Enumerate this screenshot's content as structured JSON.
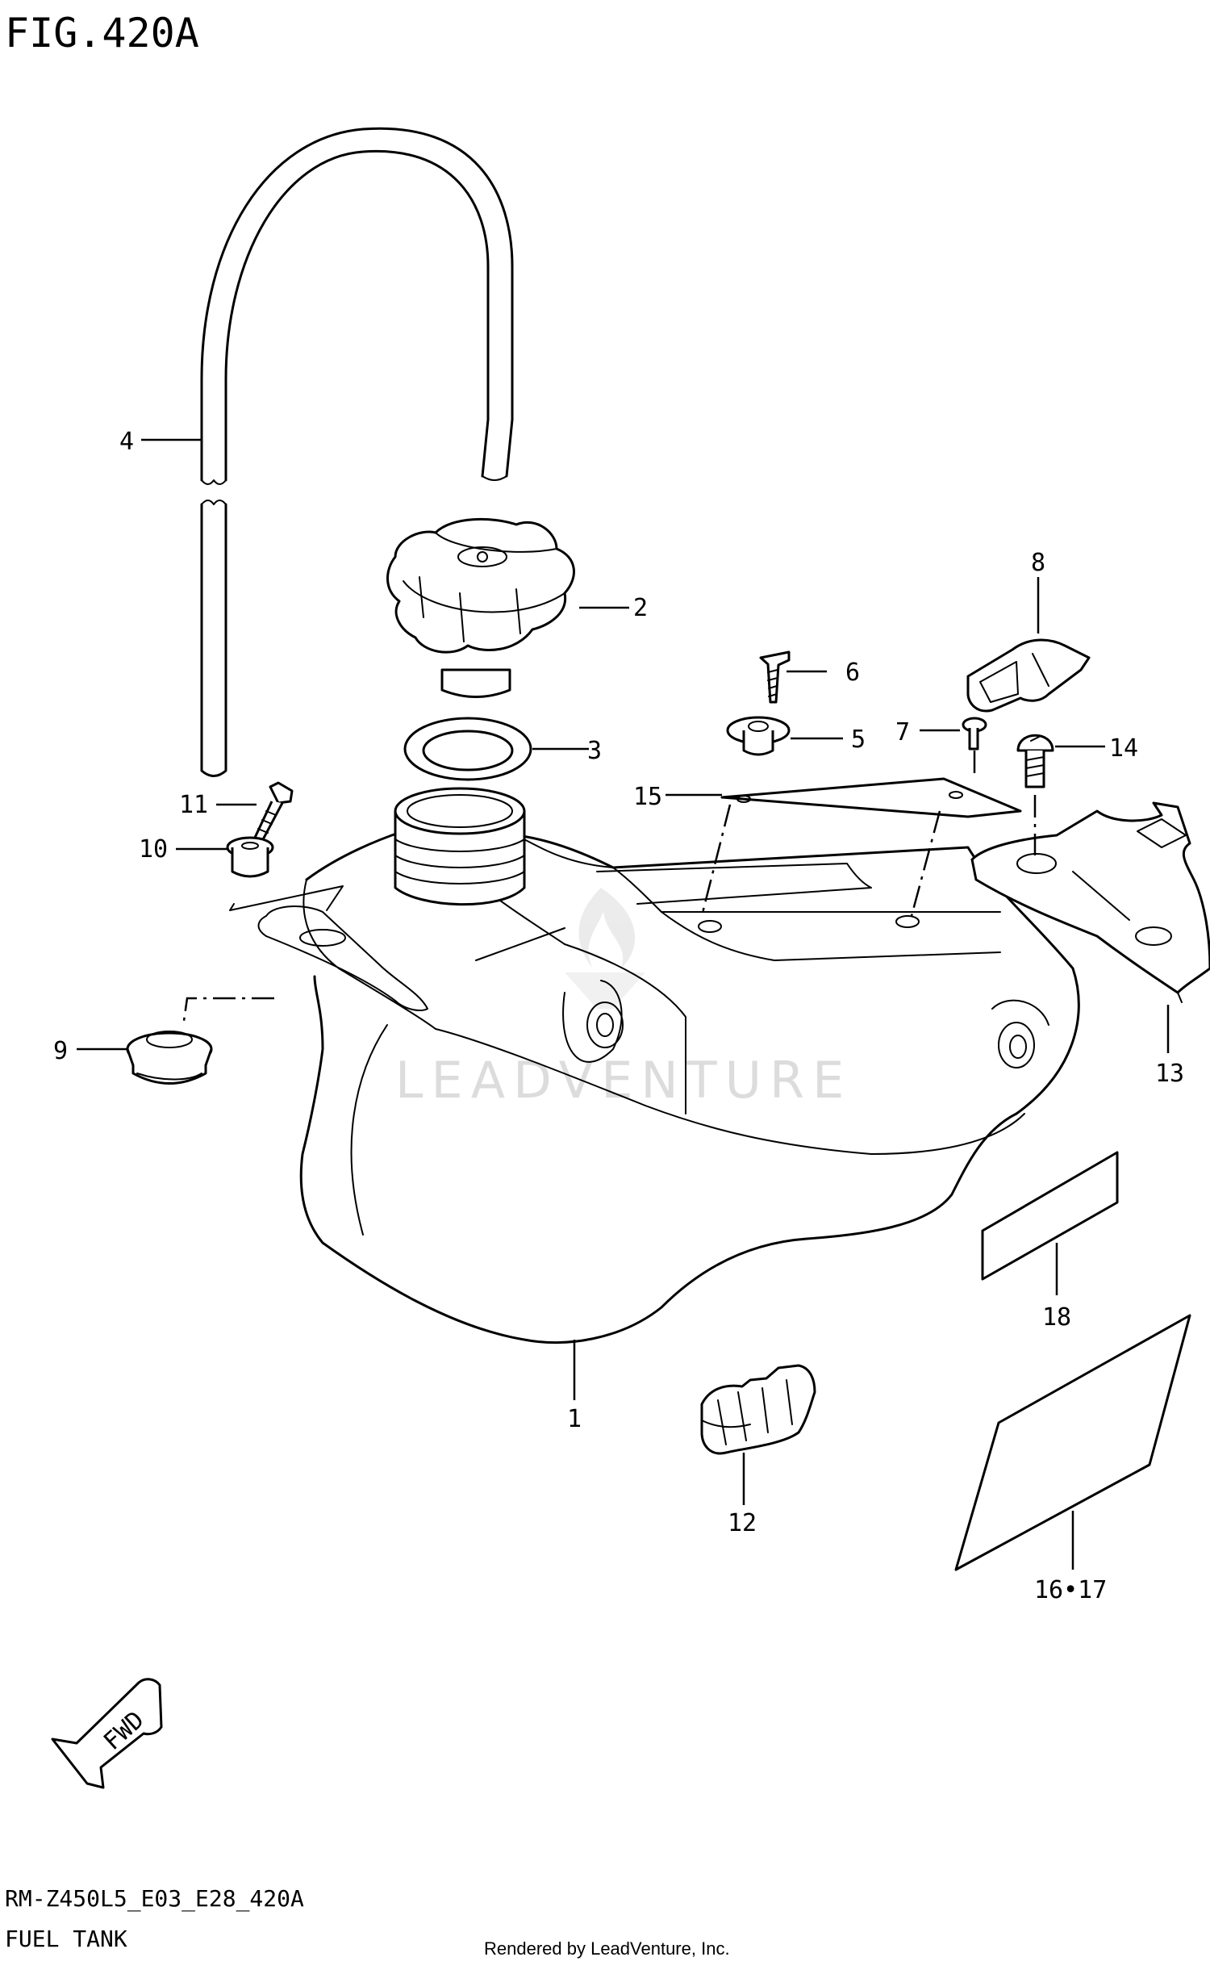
{
  "figure": {
    "title": "FIG.420A",
    "model_code": "RM-Z450L5_E03_E28_420A",
    "section": "FUEL TANK",
    "credit": "Rendered by LeadVenture, Inc.",
    "watermark": "LEADVENTURE"
  },
  "direction_badge": {
    "label": "FWD"
  },
  "callouts": [
    "1",
    "2",
    "3",
    "4",
    "5",
    "6",
    "7",
    "8",
    "9",
    "10",
    "11",
    "12",
    "13",
    "14",
    "15",
    "18",
    "16•17"
  ],
  "colors": {
    "line": "#000000",
    "background": "#ffffff",
    "watermark": "#dcdcdc"
  }
}
